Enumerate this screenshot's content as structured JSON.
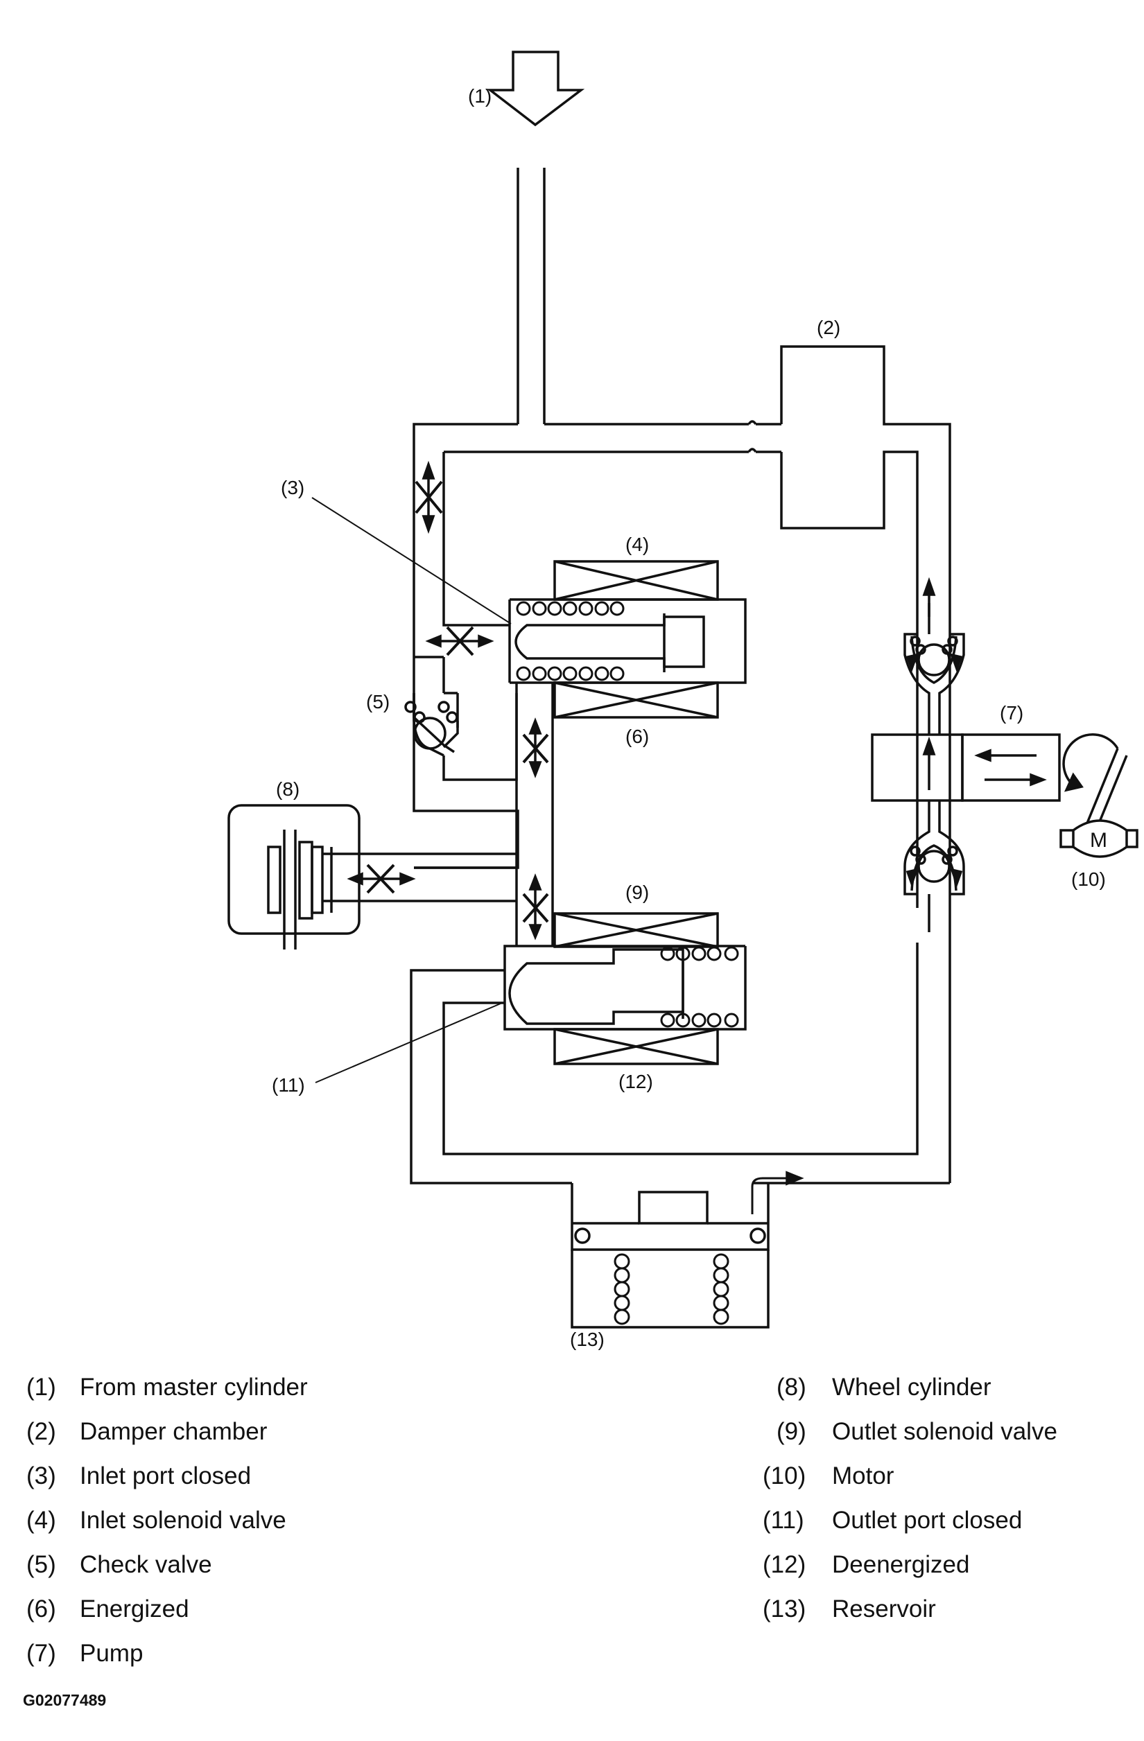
{
  "callouts": {
    "c1": "(1)",
    "c2": "(2)",
    "c3": "(3)",
    "c4": "(4)",
    "c5": "(5)",
    "c6": "(6)",
    "c7": "(7)",
    "c8": "(8)",
    "c9": "(9)",
    "c10": "(10)",
    "c11": "(11)",
    "c12": "(12)",
    "c13": "(13)",
    "motor_letter": "M"
  },
  "legend": {
    "left": [
      {
        "num": "(1)",
        "label": "From master cylinder"
      },
      {
        "num": "(2)",
        "label": "Damper chamber"
      },
      {
        "num": "(3)",
        "label": "Inlet port closed"
      },
      {
        "num": "(4)",
        "label": "Inlet solenoid valve"
      },
      {
        "num": "(5)",
        "label": "Check valve"
      },
      {
        "num": "(6)",
        "label": "Energized"
      },
      {
        "num": "(7)",
        "label": "Pump"
      }
    ],
    "right": [
      {
        "num": "(8)",
        "label": "Wheel cylinder"
      },
      {
        "num": "(9)",
        "label": "Outlet solenoid valve"
      },
      {
        "num": "(10)",
        "label": "Motor"
      },
      {
        "num": "(11)",
        "label": "Outlet port closed"
      },
      {
        "num": "(12)",
        "label": "Deenergized"
      },
      {
        "num": "(13)",
        "label": "Reservoir"
      }
    ]
  },
  "figure_id": "G02077489"
}
